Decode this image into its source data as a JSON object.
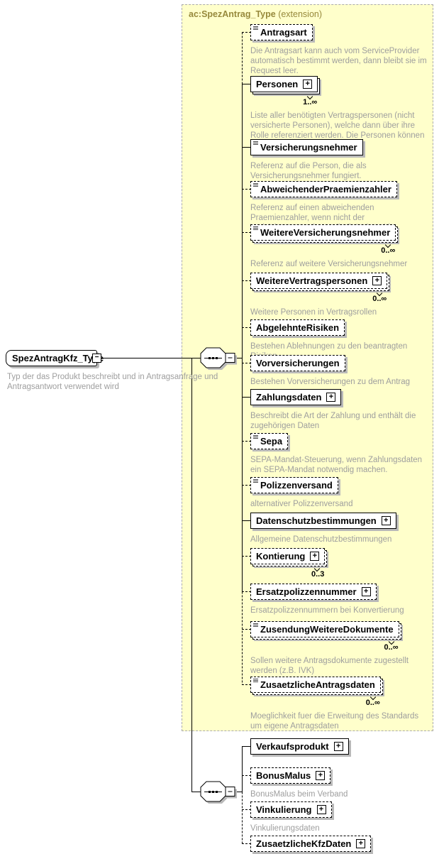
{
  "diagram": {
    "header": {
      "type_name": "ac:SpezAntrag_Type",
      "suffix": " (extension)"
    },
    "root": {
      "label": "SpezAntragKfz_Type",
      "description": "Typ der das Produkt beschreibt und in Antragsanfrage und Antragsantwort verwendet wird"
    },
    "icons": {
      "expand": "+",
      "collapse": "−"
    },
    "colors": {
      "extension_background": "#FFFFCB",
      "header_text": "#97893C",
      "description_text": "#9E9E9E",
      "box_shadow": "#B9B9B9"
    },
    "elements": [
      {
        "label": "Antragsart",
        "optional": true,
        "description": "Die Antragsart kann auch vom ServiceProvider automatisch bestimmt werden, dann bleibt sie im Request leer."
      },
      {
        "label": "Personen",
        "optional": false,
        "multiple": true,
        "expandable": true,
        "cardinality": "1..∞",
        "description": "Liste aller benötigten Vertragspersonen (nicht versicherte Personen), welche dann über ihre Rolle referenziert werden. Die Personen können eine Adresse enthalten."
      },
      {
        "label": "Versicherungsnehmer",
        "optional": false,
        "description": "Referenz auf die Person, die als Versicherungsnehmer fungiert."
      },
      {
        "label": "AbweichenderPraemienzahler",
        "optional": true,
        "description": "Referenz auf einen abweichenden Praemienzahler, wenn nicht der Verisicherungsnehmer die Prämie zahlt"
      },
      {
        "label": "WeitereVersicherungsnehmer",
        "optional": true,
        "multiple": true,
        "cardinality": "0..∞",
        "description": "Referenz auf weitere Versicherungsnehmer"
      },
      {
        "label": "WeitereVertragspersonen",
        "optional": true,
        "multiple": true,
        "expandable": true,
        "cardinality": "0..∞",
        "description": "Weitere Personen in Vertragsrollen"
      },
      {
        "label": "AbgelehnteRisiken",
        "optional": true,
        "description": "Bestehen Ablehnungen zu den beantragten Risiken"
      },
      {
        "label": "Vorversicherungen",
        "optional": true,
        "description": "Bestehen Vorversicherungen zu dem Antrag"
      },
      {
        "label": "Zahlungsdaten",
        "optional": false,
        "expandable": true,
        "description": "Beschreibt die Art der Zahlung und enthält die zugehörigen Daten"
      },
      {
        "label": "Sepa",
        "optional": true,
        "description": "SEPA-Mandat-Steuerung, wenn Zahlungsdaten ein SEPA-Mandat notwendig machen."
      },
      {
        "label": "Polizzenversand",
        "optional": true,
        "description": "alternativer Polizzenversand"
      },
      {
        "label": "Datenschutzbestimmungen",
        "optional": false,
        "expandable": true,
        "description": "Allgemeine Datenschutzbestimmungen"
      },
      {
        "label": "Kontierung",
        "optional": true,
        "multiple": true,
        "expandable": true,
        "cardinality": "0..3",
        "description": ""
      },
      {
        "label": "Ersatzpolizzennummer",
        "optional": true,
        "expandable": true,
        "description": "Ersatzpolizzennummern bei Konvertierung"
      },
      {
        "label": "ZusendungWeitereDokumente",
        "optional": true,
        "multiple": true,
        "cardinality": "0..∞",
        "description": "Sollen weitere Antragsdokumente zugestellt werden (z.B. IVK)"
      },
      {
        "label": "ZusaetzlicheAntragsdaten",
        "optional": true,
        "multiple": true,
        "cardinality": "0..∞",
        "description": "Moeglichkeit fuer die Erweitung des Standards um eigene Antragsdaten"
      }
    ],
    "extension_elements": [
      {
        "label": "Verkaufsprodukt",
        "optional": false,
        "expandable": true,
        "description": ""
      },
      {
        "label": "BonusMalus",
        "optional": true,
        "expandable": true,
        "description": "BonusMalus beim Verband"
      },
      {
        "label": "Vinkulierung",
        "optional": true,
        "expandable": true,
        "description": "Vinkulierungsdaten"
      },
      {
        "label": "ZusaetzlicheKfzDaten",
        "optional": true,
        "expandable": true,
        "description": ""
      }
    ]
  }
}
